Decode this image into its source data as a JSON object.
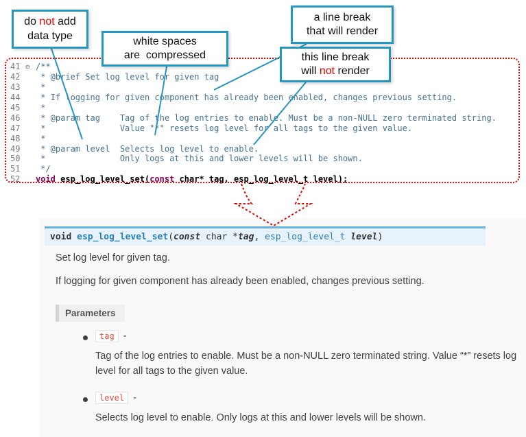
{
  "colors": {
    "callout_border": "#2596be",
    "emphasis_red": "#e60000",
    "code_border": "#e60000",
    "comment_blue": "#45718f",
    "keyword_purple": "#7f0055",
    "line_number_gray": "#787878",
    "signature_bg": "#e7f2fa",
    "signature_border": "#6ab0de",
    "link_teal": "#2980b9",
    "body_text": "#404040",
    "param_chip_red": "#e74c3c"
  },
  "callouts": {
    "c1": {
      "pre": "do ",
      "em": "not",
      "post": " add",
      "line2": "data type"
    },
    "c2": {
      "line1": "white spaces",
      "line2": "are  compressed"
    },
    "c3": {
      "line1": "a line break",
      "line2": "that will render"
    },
    "c4": {
      "line1": "this line break",
      "pre2": "will ",
      "em2": "not",
      "post2": " render"
    }
  },
  "code": {
    "lines": [
      {
        "num": "41",
        "fold": "⊖",
        "text": "/**"
      },
      {
        "num": "42",
        "text": " * @brief Set log level for given tag"
      },
      {
        "num": "43",
        "text": " *"
      },
      {
        "num": "44",
        "text": " * If logging for given component has already been enabled, changes previous setting."
      },
      {
        "num": "45",
        "text": " *"
      },
      {
        "num": "46",
        "text": " * @param tag    Tag of the log entries to enable. Must be a non-NULL zero terminated string."
      },
      {
        "num": "47",
        "text": " *               Value \"*\" resets log level for all tags to the given value."
      },
      {
        "num": "48",
        "text": " *"
      },
      {
        "num": "49",
        "text": " * @param level  Selects log level to enable."
      },
      {
        "num": "50",
        "text": " *               Only logs at this and lower levels will be shown."
      },
      {
        "num": "51",
        "text": " */"
      }
    ],
    "line52": {
      "num": "52",
      "kw_void": "void",
      "fn": " esp_log_level_set(",
      "kw_const": "const",
      "rest": " char* tag, esp_log_level_t level);"
    }
  },
  "docs": {
    "signature": {
      "kw_void": "void ",
      "name": "esp_log_level_set",
      "open": "(",
      "kw_const": "const",
      "type1": " char *",
      "arg1": "tag",
      "comma": ", ",
      "type2": "esp_log_level_t ",
      "arg2": "level",
      "close": ")"
    },
    "p1": "Set log level for given tag.",
    "p2": "If logging for given component has already been enabled, changes previous setting.",
    "params_label": "Parameters",
    "params": [
      {
        "name": "tag",
        "dash": "-",
        "desc": "Tag of the log entries to enable. Must be a non-NULL zero terminated string. Value “*” resets log level for all tags to the given value."
      },
      {
        "name": "level",
        "dash": "-",
        "desc": "Selects log level to enable. Only logs at this and lower levels will be shown."
      }
    ]
  }
}
